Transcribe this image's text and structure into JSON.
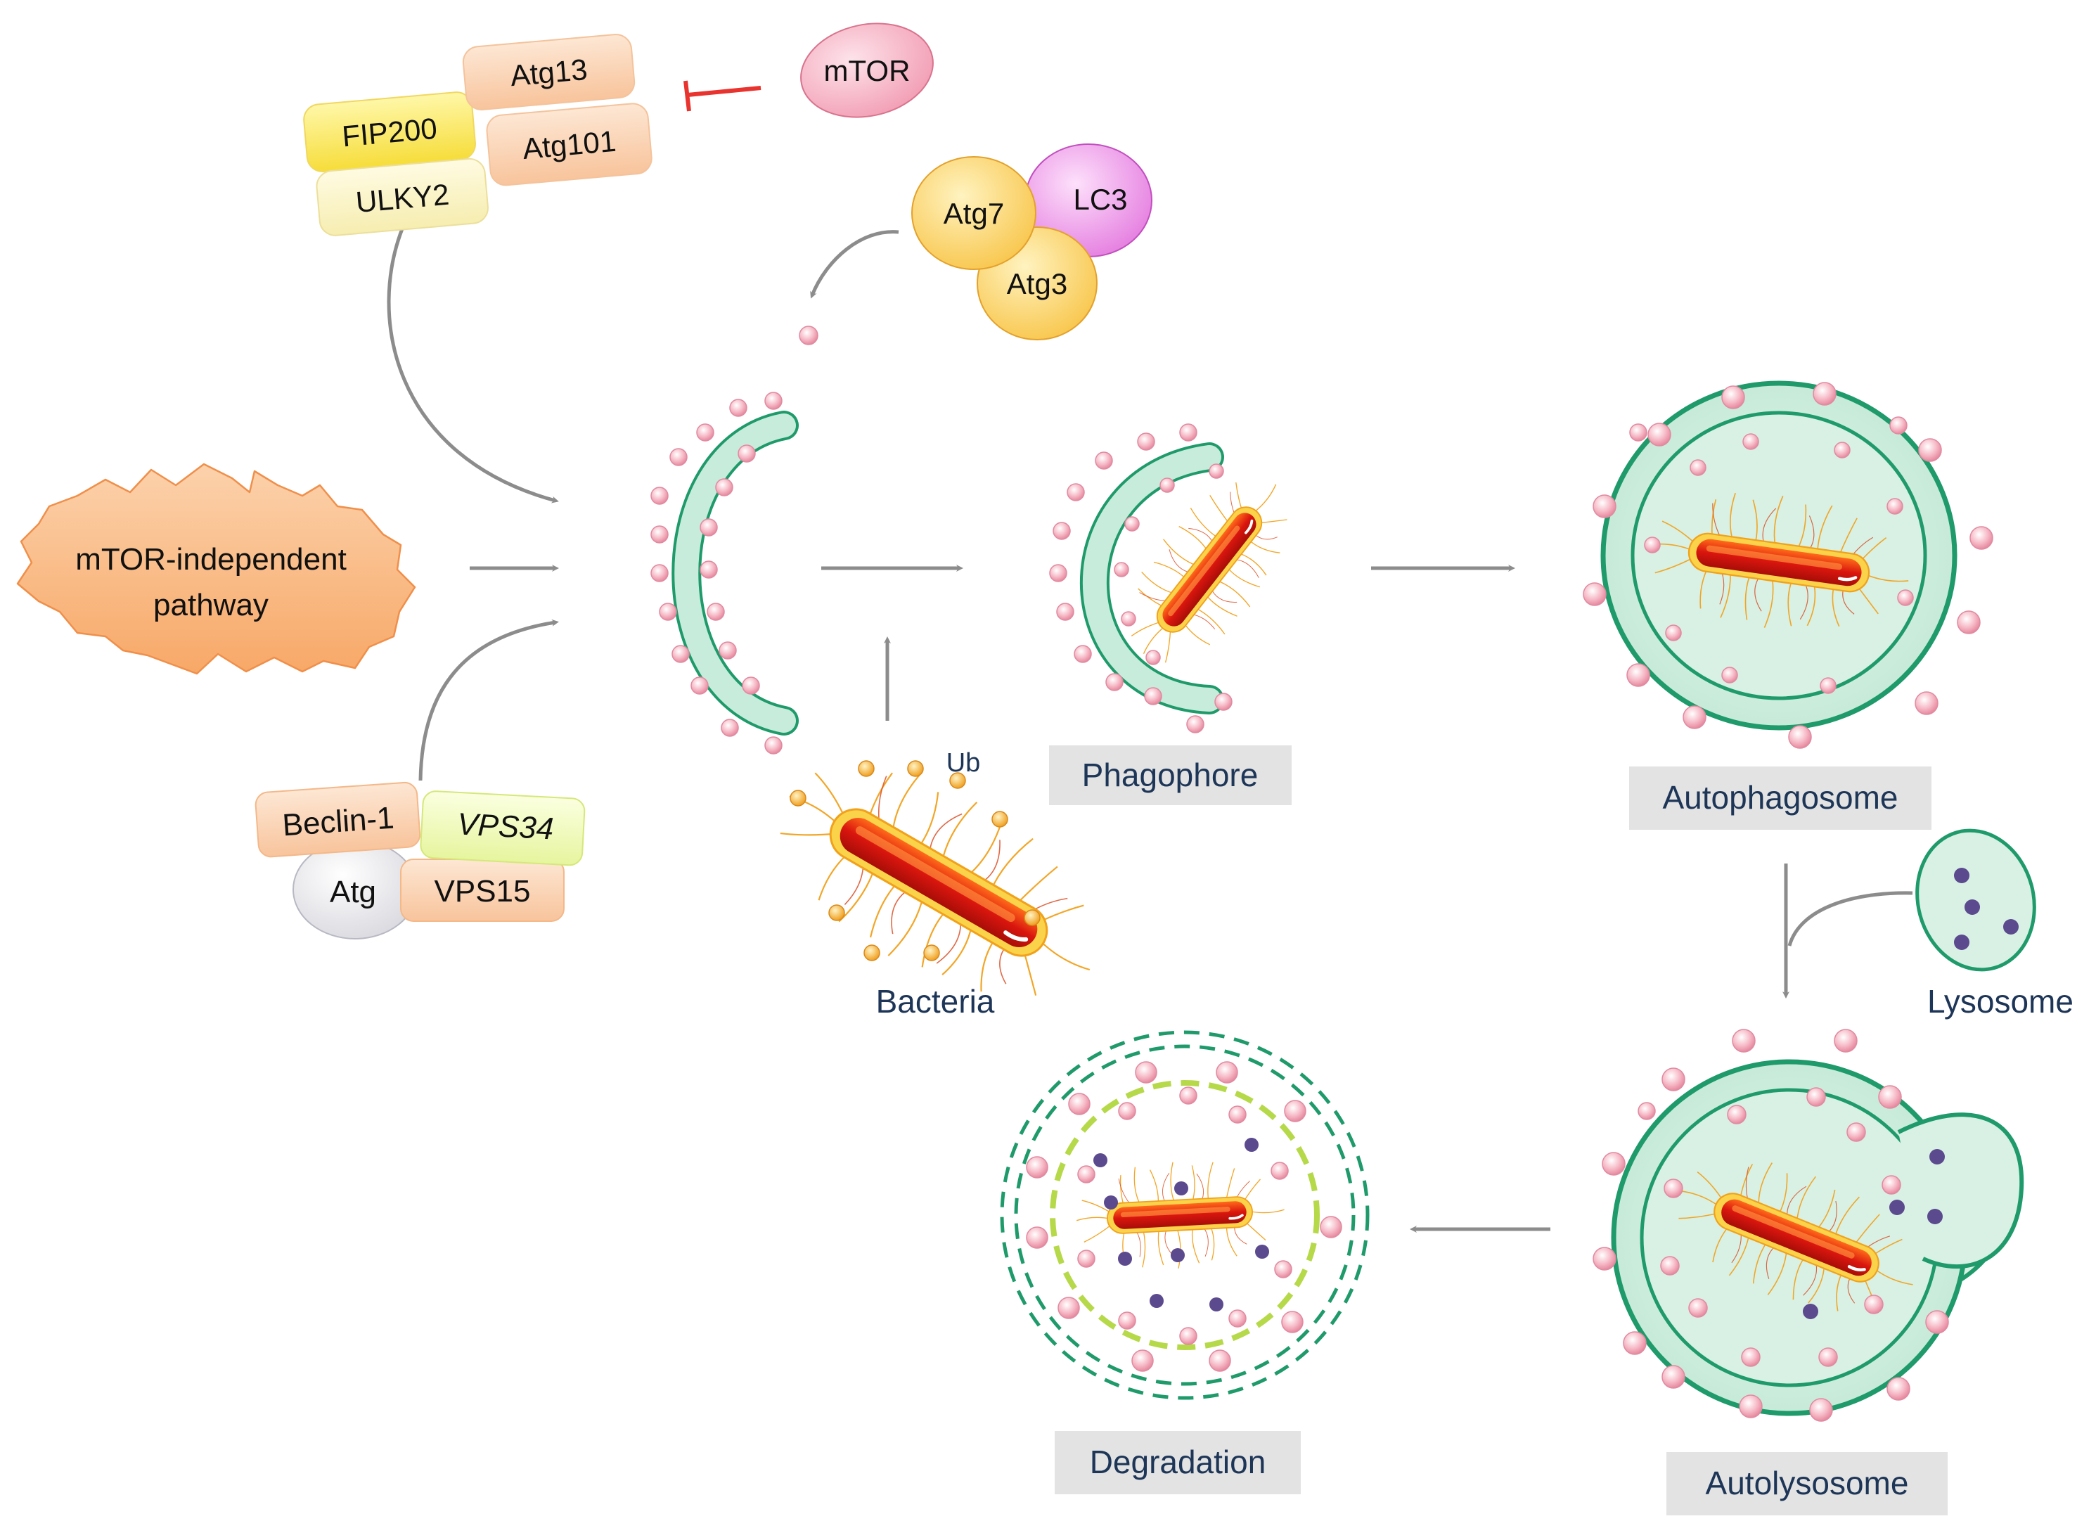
{
  "labels": {
    "fip200": "FIP200",
    "atg13": "Atg13",
    "ulky2": "ULKY2",
    "atg101": "Atg101",
    "mtor": "mTOR",
    "atg7": "Atg7",
    "lc3": "LC3",
    "atg3": "Atg3",
    "mtor_independent_line1": "mTOR-independent",
    "mtor_independent_line2": "pathway",
    "beclin1": "Beclin-1",
    "vps34": "VPS34",
    "atg": "Atg",
    "vps15": "VPS15",
    "ub": "Ub",
    "bacteria": "Bacteria",
    "phagophore": "Phagophore",
    "autophagosome": "Autophagosome",
    "lysosome": "Lysosome",
    "autolysosome": "Autolysosome",
    "degradation": "Degradation"
  },
  "colors": {
    "arrow": "#8c8c8c",
    "inhibit": "#e8332e",
    "membrane_fill": "#c8ecdc",
    "membrane_stroke": "#1f9a6a",
    "lc3_dot": "#f4a9b8",
    "lysosome_dot": "#5b4a8e",
    "bacteria_red": "#e0240f",
    "bacteria_orange": "#f79a1e",
    "ub_dot": "#f6b544",
    "label_box": "#e3e3e3",
    "label_text": "#1d3557"
  }
}
